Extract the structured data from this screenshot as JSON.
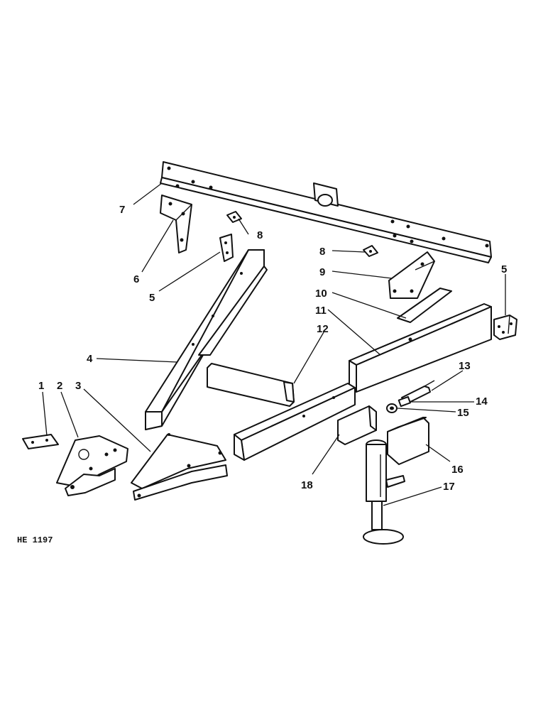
{
  "diagram_code": "HE 1197",
  "callouts": [
    "1",
    "2",
    "3",
    "4",
    "5",
    "5",
    "6",
    "7",
    "8",
    "8",
    "9",
    "10",
    "11",
    "12",
    "13",
    "14",
    "15",
    "16",
    "17",
    "18"
  ]
}
